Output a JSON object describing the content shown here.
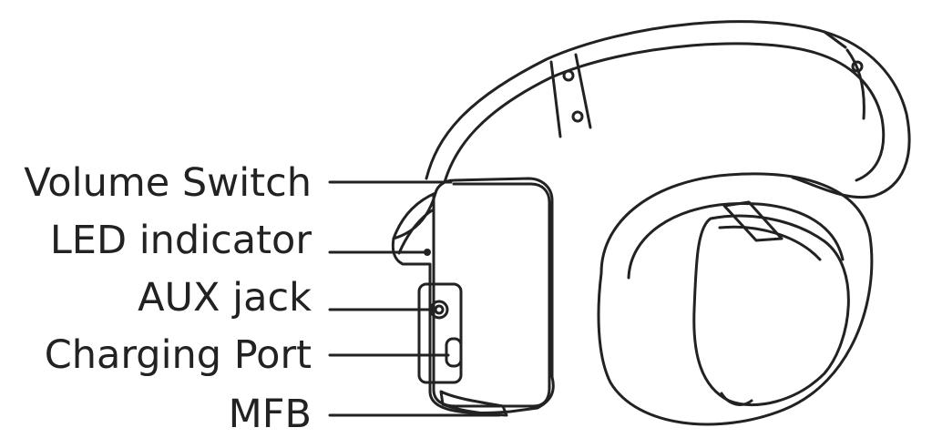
{
  "diagram": {
    "labels": [
      {
        "id": "volume-switch",
        "text": "Volume Switch"
      },
      {
        "id": "led-indicator",
        "text": "LED indicator"
      },
      {
        "id": "aux-jack",
        "text": "AUX jack"
      },
      {
        "id": "charging-port",
        "text": "Charging Port"
      },
      {
        "id": "mfb",
        "text": "MFB"
      }
    ],
    "colors": {
      "line": "#222222",
      "background": "#ffffff"
    }
  }
}
